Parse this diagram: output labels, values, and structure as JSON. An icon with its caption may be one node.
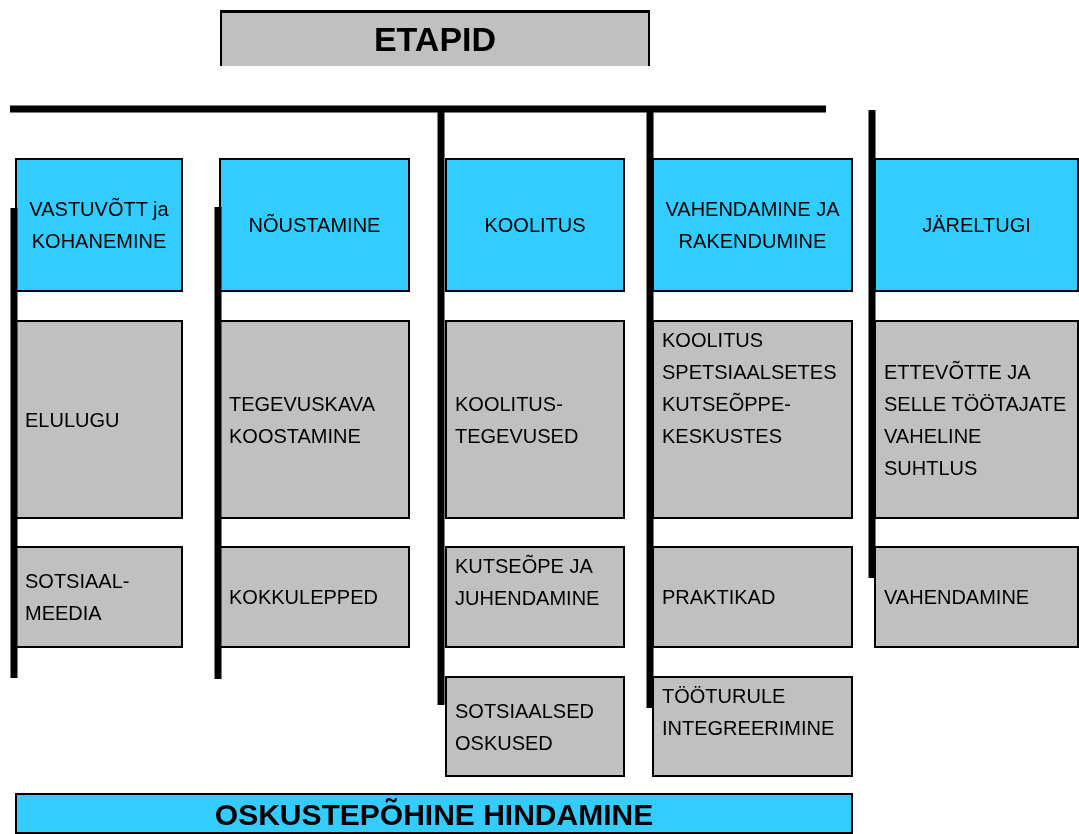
{
  "diagram": {
    "nodes": [
      {
        "text": [
          "ETAPID"
        ]
      },
      {
        "text": [
          "VASTUVÕTT ja KOHANEMINE"
        ]
      },
      {
        "text": [
          "NÕUSTAMINE"
        ]
      },
      {
        "text": [
          "KOOLITUS"
        ]
      },
      {
        "text": [
          "VAHENDAMINE JA RAKENDUMINE"
        ]
      },
      {
        "text": [
          "JÄRELTUGI"
        ]
      },
      {
        "text": [
          "ELULUGU"
        ]
      },
      {
        "text": [
          "TEGEVUSKAVA KOOSTAMINE"
        ]
      },
      {
        "text": [
          "KOOLITUS- TEGEVUSED"
        ]
      },
      {
        "text": [
          "KOOLITUS SPETSIAALSETES KUTSEÕPPE- KESKUSTES"
        ]
      },
      {
        "text": [
          "ETTEVÕTTE JA SELLE TÖÖTAJATE VAHELINE SUHTLUS"
        ]
      },
      {
        "text": [
          "SOTSIAAL- MEEDIA"
        ]
      },
      {
        "text": [
          "KOKKULEPPED"
        ]
      },
      {
        "text": [
          "KUTSEÕPE JA JUHENDAMINE"
        ]
      },
      {
        "text": [
          "PRAKTIKAD"
        ]
      },
      {
        "text": [
          "VAHENDAMINE"
        ]
      },
      {
        "text": [
          "SOTSIAALSED OSKUSED"
        ]
      },
      {
        "text": [
          "TÖÖTURULE INTEGREERIMINE"
        ]
      },
      {
        "text": [
          "OSKUSTEPÕHINE HINDAMINE"
        ]
      }
    ]
  }
}
